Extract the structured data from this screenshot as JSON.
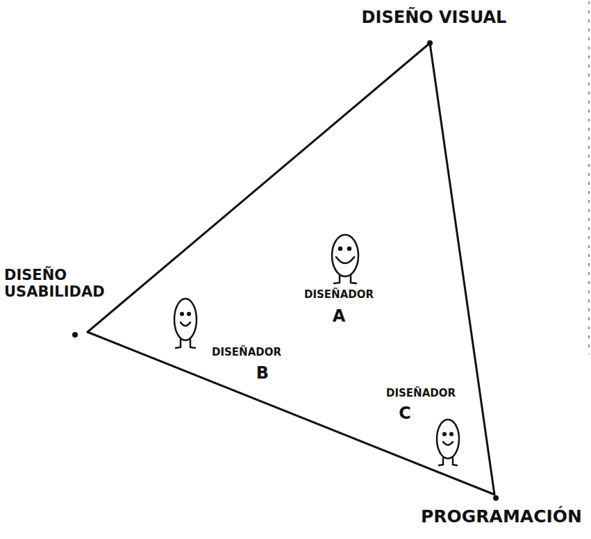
{
  "diagram": {
    "labels": [
      "DISEÑO VISUAL",
      "DISEÑO USABILIDAD",
      "DISEÑADOR",
      "A",
      "DISEÑADOR",
      "B",
      "DISEÑADOR",
      "C",
      "PROGRAMACIÓN"
    ]
  }
}
